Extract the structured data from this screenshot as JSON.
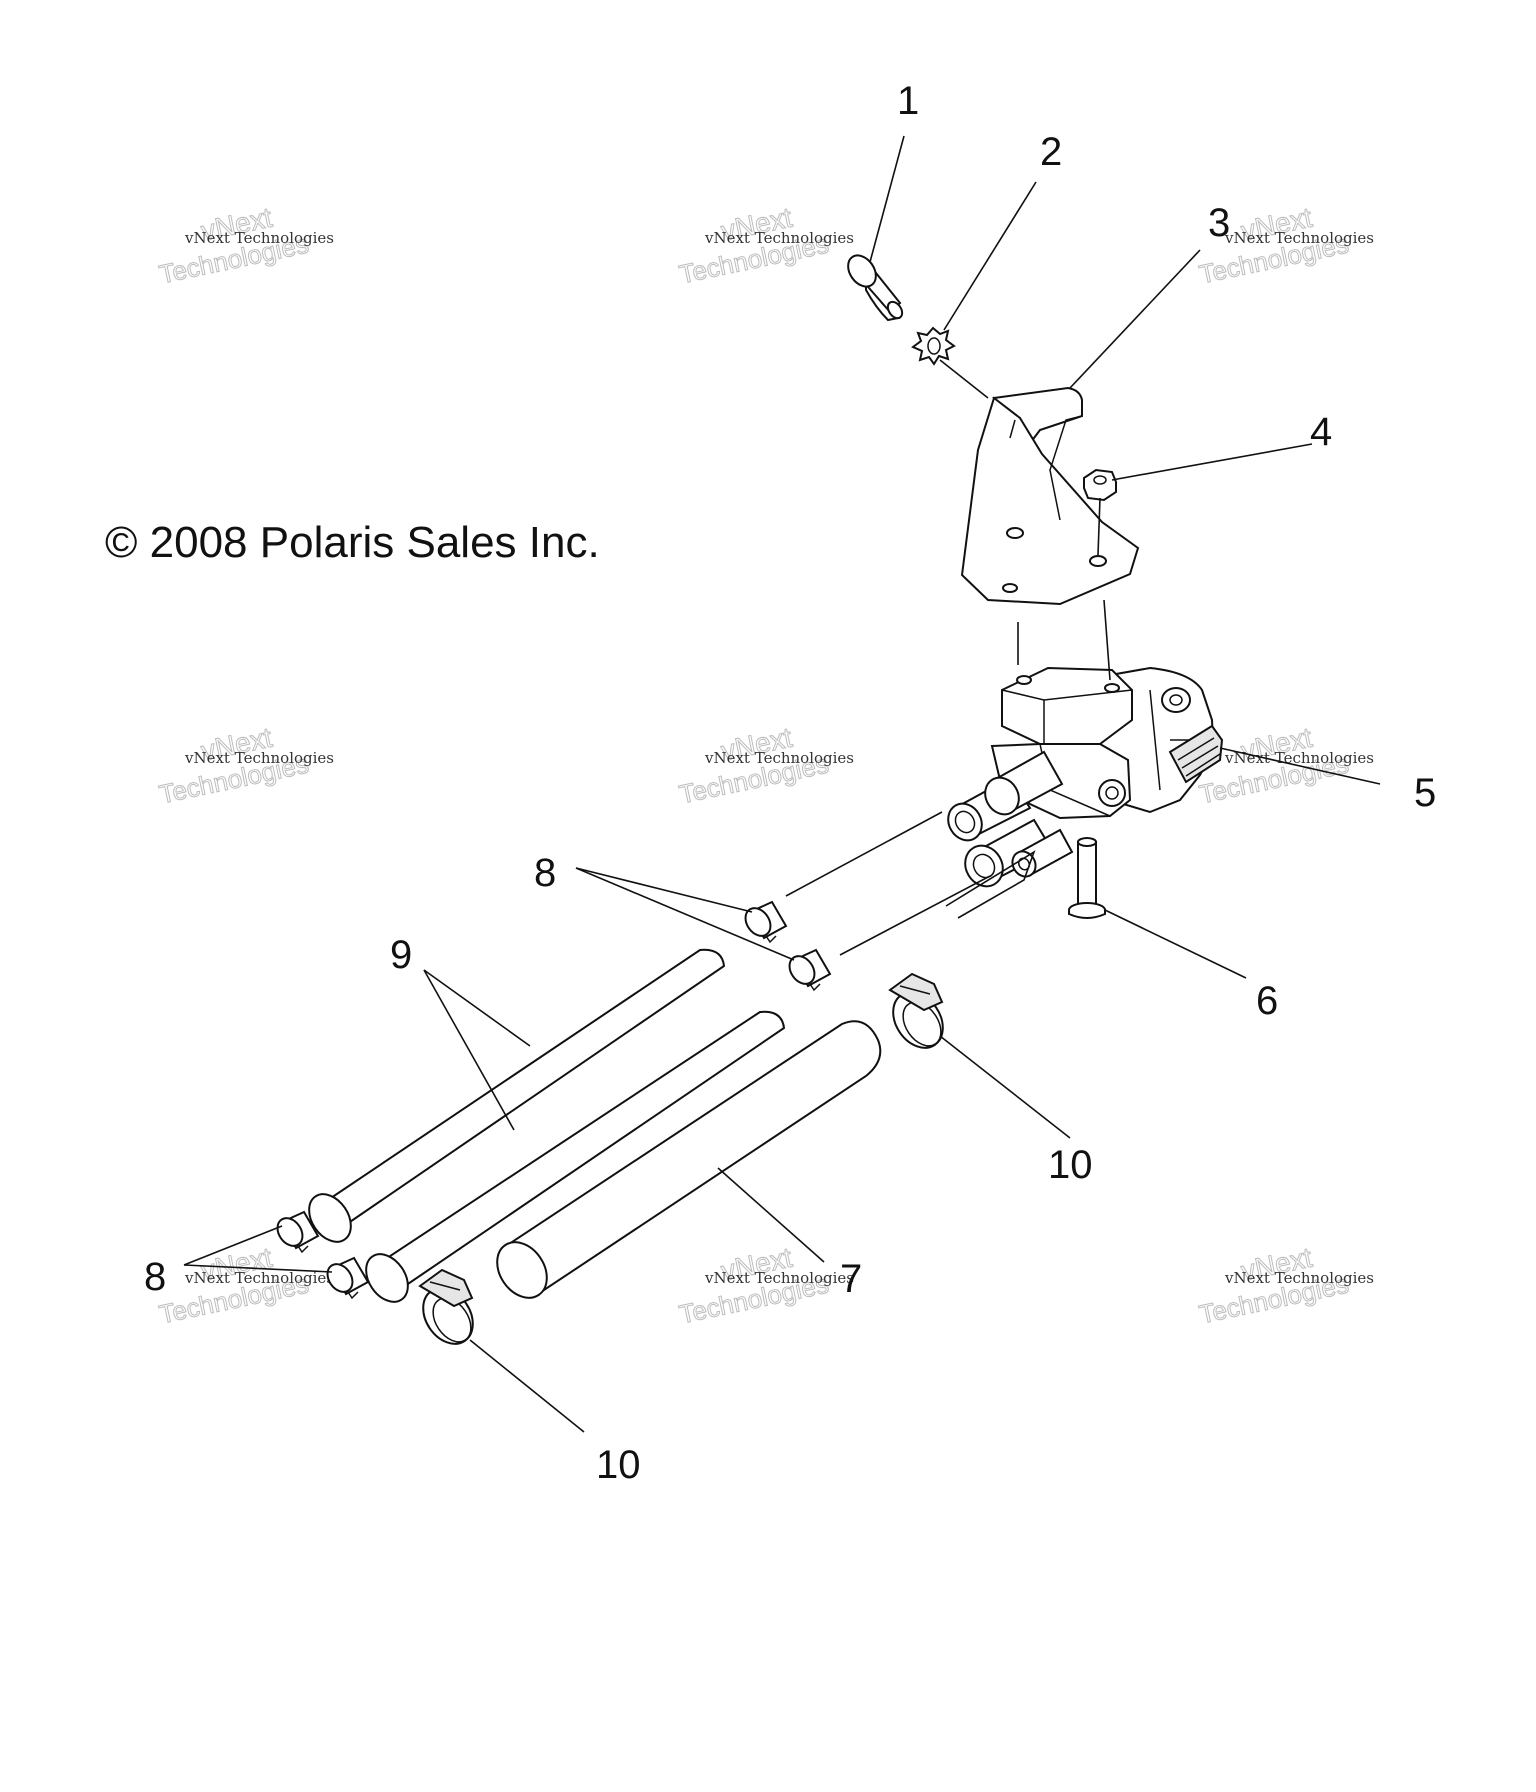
{
  "copyright": "© 2008 Polaris Sales Inc.",
  "watermark": {
    "line1": "vNext Technologies",
    "line2": "vNext",
    "line3": "Technologies"
  },
  "callouts": {
    "c1": "1",
    "c2": "2",
    "c3": "3",
    "c4": "4",
    "c5": "5",
    "c6": "6",
    "c7": "7",
    "c8a": "8",
    "c8b": "8",
    "c9": "9",
    "c10a": "10",
    "c10b": "10"
  },
  "colors": {
    "line": "#111111",
    "background": "#ffffff",
    "watermark_outline": "#bdbdbd"
  }
}
